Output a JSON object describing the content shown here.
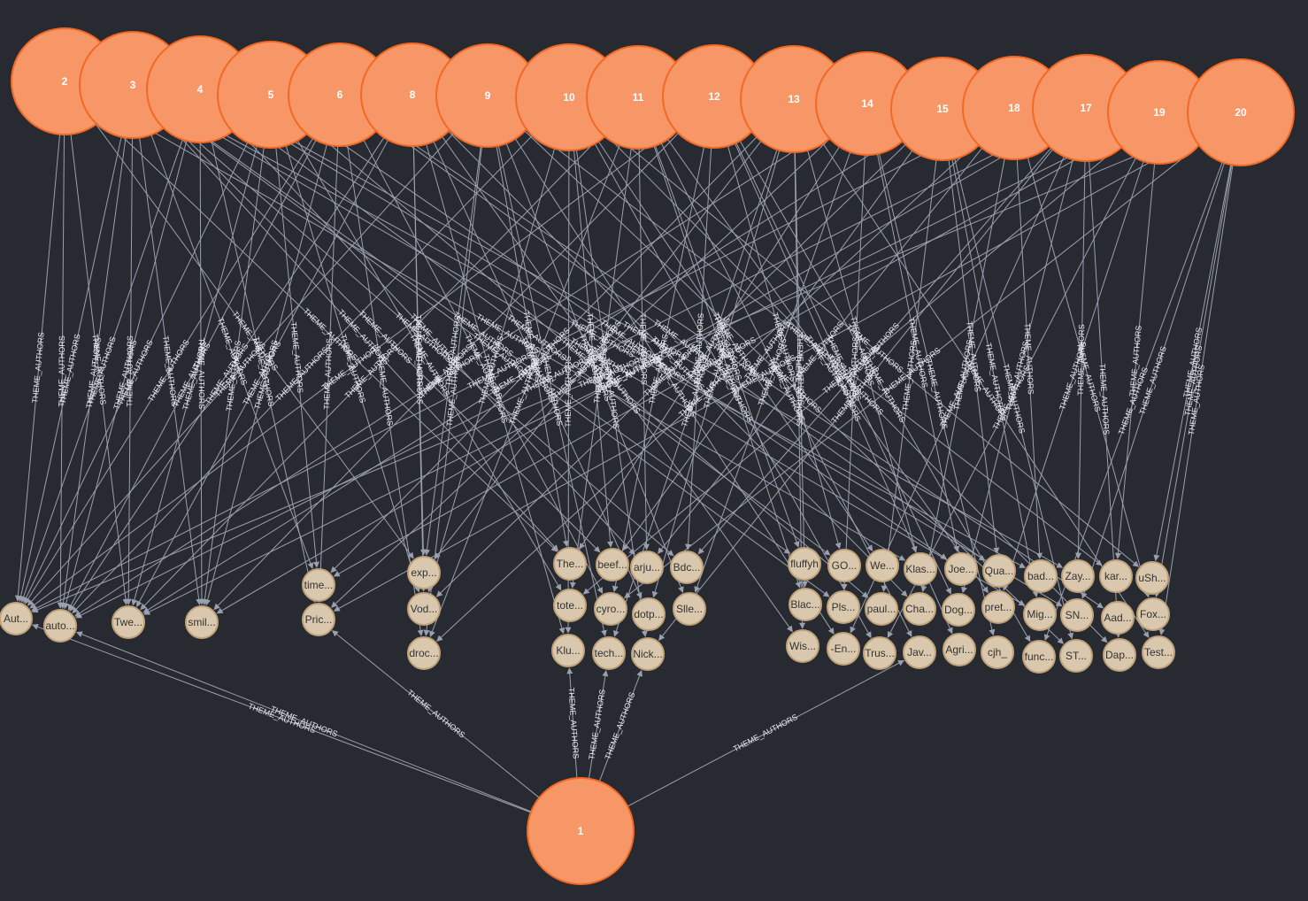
{
  "graph": {
    "colors": {
      "background": "#282a32",
      "theme_node_fill": "#f79767",
      "theme_node_stroke": "#f36924",
      "author_node_fill": "#d9c8ae",
      "author_node_stroke": "#c0a378",
      "edge": "#9aa0ad",
      "edge_label": "#e8e8ee"
    },
    "relationship_type": "THEME_AUTHORS",
    "theme_nodes": [
      {
        "id": "t2",
        "label": "2"
      },
      {
        "id": "t3",
        "label": "3"
      },
      {
        "id": "t4",
        "label": "4"
      },
      {
        "id": "t5",
        "label": "5"
      },
      {
        "id": "t6",
        "label": "6"
      },
      {
        "id": "t8",
        "label": "8"
      },
      {
        "id": "t9",
        "label": "9"
      },
      {
        "id": "t10",
        "label": "10"
      },
      {
        "id": "t11",
        "label": "11"
      },
      {
        "id": "t12",
        "label": "12"
      },
      {
        "id": "t13",
        "label": "13"
      },
      {
        "id": "t14",
        "label": "14"
      },
      {
        "id": "t15",
        "label": "15"
      },
      {
        "id": "t18",
        "label": "18"
      },
      {
        "id": "t17",
        "label": "17"
      },
      {
        "id": "t19",
        "label": "19"
      },
      {
        "id": "t20",
        "label": "20"
      },
      {
        "id": "t1",
        "label": "1"
      }
    ],
    "author_nodes": [
      {
        "id": "a1",
        "label": "Aut..."
      },
      {
        "id": "a2",
        "label": "auto..."
      },
      {
        "id": "a3",
        "label": "Twe..."
      },
      {
        "id": "a4",
        "label": "smil..."
      },
      {
        "id": "a5",
        "label": "time..."
      },
      {
        "id": "a6",
        "label": "Pric..."
      },
      {
        "id": "a7",
        "label": "exp..."
      },
      {
        "id": "a8",
        "label": "Vod..."
      },
      {
        "id": "a9",
        "label": "droc..."
      },
      {
        "id": "a10",
        "label": "The..."
      },
      {
        "id": "a11",
        "label": "beef..."
      },
      {
        "id": "a12",
        "label": "arju..."
      },
      {
        "id": "a13",
        "label": "Bdc..."
      },
      {
        "id": "a14",
        "label": "tote..."
      },
      {
        "id": "a15",
        "label": "cyro..."
      },
      {
        "id": "a16",
        "label": "dotp..."
      },
      {
        "id": "a17",
        "label": "Slle..."
      },
      {
        "id": "a18",
        "label": "Klu..."
      },
      {
        "id": "a19",
        "label": "tech..."
      },
      {
        "id": "a20",
        "label": "Nick..."
      },
      {
        "id": "a21",
        "label": "fluffyh"
      },
      {
        "id": "a22",
        "label": "GO..."
      },
      {
        "id": "a23",
        "label": "We..."
      },
      {
        "id": "a24",
        "label": "Klas..."
      },
      {
        "id": "a25",
        "label": "Joe..."
      },
      {
        "id": "a26",
        "label": "Qua..."
      },
      {
        "id": "a27",
        "label": "bad..."
      },
      {
        "id": "a28",
        "label": "Zay..."
      },
      {
        "id": "a29",
        "label": "kar..."
      },
      {
        "id": "a30",
        "label": "uSh..."
      },
      {
        "id": "a31",
        "label": "Blac..."
      },
      {
        "id": "a32",
        "label": "Pls..."
      },
      {
        "id": "a33",
        "label": "paul..."
      },
      {
        "id": "a34",
        "label": "Cha..."
      },
      {
        "id": "a35",
        "label": "Dog..."
      },
      {
        "id": "a36",
        "label": "pret..."
      },
      {
        "id": "a37",
        "label": "Mig..."
      },
      {
        "id": "a38",
        "label": "SN..."
      },
      {
        "id": "a39",
        "label": "Aad..."
      },
      {
        "id": "a40",
        "label": "Fox..."
      },
      {
        "id": "a41",
        "label": "Wis..."
      },
      {
        "id": "a42",
        "label": "-En..."
      },
      {
        "id": "a43",
        "label": "Trus..."
      },
      {
        "id": "a44",
        "label": "Jav..."
      },
      {
        "id": "a45",
        "label": "Agri..."
      },
      {
        "id": "a46",
        "label": "cjh_"
      },
      {
        "id": "a47",
        "label": "func..."
      },
      {
        "id": "a48",
        "label": "ST..."
      },
      {
        "id": "a49",
        "label": "Dap..."
      },
      {
        "id": "a50",
        "label": "Test..."
      }
    ],
    "edges": [
      [
        "t2",
        "a1"
      ],
      [
        "t2",
        "a2"
      ],
      [
        "t2",
        "a3"
      ],
      [
        "t2",
        "a7"
      ],
      [
        "t2",
        "a10"
      ],
      [
        "t2",
        "a24"
      ],
      [
        "t3",
        "a1"
      ],
      [
        "t3",
        "a2"
      ],
      [
        "t3",
        "a3"
      ],
      [
        "t3",
        "a4"
      ],
      [
        "t3",
        "a5"
      ],
      [
        "t3",
        "a10"
      ],
      [
        "t3",
        "a11"
      ],
      [
        "t3",
        "a13"
      ],
      [
        "t3",
        "a21"
      ],
      [
        "t3",
        "a27"
      ],
      [
        "t3",
        "a32"
      ],
      [
        "t3",
        "a37"
      ],
      [
        "t4",
        "a1"
      ],
      [
        "t4",
        "a2"
      ],
      [
        "t4",
        "a4"
      ],
      [
        "t4",
        "a6"
      ],
      [
        "t4",
        "a12"
      ],
      [
        "t4",
        "a22"
      ],
      [
        "t4",
        "a28"
      ],
      [
        "t4",
        "a38"
      ],
      [
        "t5",
        "a1"
      ],
      [
        "t5",
        "a3"
      ],
      [
        "t5",
        "a4"
      ],
      [
        "t5",
        "a5"
      ],
      [
        "t5",
        "a8"
      ],
      [
        "t5",
        "a14"
      ],
      [
        "t5",
        "a25"
      ],
      [
        "t5",
        "a33"
      ],
      [
        "t6",
        "a1"
      ],
      [
        "t6",
        "a2"
      ],
      [
        "t6",
        "a4"
      ],
      [
        "t6",
        "a6"
      ],
      [
        "t6",
        "a9"
      ],
      [
        "t6",
        "a15"
      ],
      [
        "t6",
        "a26"
      ],
      [
        "t6",
        "a39"
      ],
      [
        "t8",
        "a2"
      ],
      [
        "t8",
        "a3"
      ],
      [
        "t8",
        "a7"
      ],
      [
        "t8",
        "a8"
      ],
      [
        "t8",
        "a16"
      ],
      [
        "t8",
        "a18"
      ],
      [
        "t8",
        "a34"
      ],
      [
        "t8",
        "a41"
      ],
      [
        "t9",
        "a1"
      ],
      [
        "t9",
        "a7"
      ],
      [
        "t9",
        "a9"
      ],
      [
        "t9",
        "a10"
      ],
      [
        "t9",
        "a17"
      ],
      [
        "t9",
        "a19"
      ],
      [
        "t9",
        "a29"
      ],
      [
        "t9",
        "a42"
      ],
      [
        "t9",
        "a48"
      ],
      [
        "t10",
        "a2"
      ],
      [
        "t10",
        "a8"
      ],
      [
        "t10",
        "a11"
      ],
      [
        "t10",
        "a18"
      ],
      [
        "t10",
        "a20"
      ],
      [
        "t10",
        "a23"
      ],
      [
        "t10",
        "a30"
      ],
      [
        "t10",
        "a43"
      ],
      [
        "t10",
        "a49"
      ],
      [
        "t11",
        "a3"
      ],
      [
        "t11",
        "a9"
      ],
      [
        "t11",
        "a12"
      ],
      [
        "t11",
        "a14"
      ],
      [
        "t11",
        "a21"
      ],
      [
        "t11",
        "a31"
      ],
      [
        "t11",
        "a36"
      ],
      [
        "t11",
        "a44"
      ],
      [
        "t12",
        "a1"
      ],
      [
        "t12",
        "a4"
      ],
      [
        "t12",
        "a13"
      ],
      [
        "t12",
        "a15"
      ],
      [
        "t12",
        "a22"
      ],
      [
        "t12",
        "a35"
      ],
      [
        "t12",
        "a45"
      ],
      [
        "t12",
        "a47"
      ],
      [
        "t13",
        "a5"
      ],
      [
        "t13",
        "a7"
      ],
      [
        "t13",
        "a16"
      ],
      [
        "t13",
        "a19"
      ],
      [
        "t13",
        "a24"
      ],
      [
        "t13",
        "a31"
      ],
      [
        "t13",
        "a41"
      ],
      [
        "t13",
        "a50"
      ],
      [
        "t14",
        "a2"
      ],
      [
        "t14",
        "a6"
      ],
      [
        "t14",
        "a10"
      ],
      [
        "t14",
        "a17"
      ],
      [
        "t14",
        "a25"
      ],
      [
        "t14",
        "a32"
      ],
      [
        "t14",
        "a46"
      ],
      [
        "t15",
        "a3"
      ],
      [
        "t15",
        "a8"
      ],
      [
        "t15",
        "a11"
      ],
      [
        "t15",
        "a26"
      ],
      [
        "t15",
        "a33"
      ],
      [
        "t15",
        "a37"
      ],
      [
        "t15",
        "a48"
      ],
      [
        "t18",
        "a1"
      ],
      [
        "t18",
        "a9"
      ],
      [
        "t18",
        "a12"
      ],
      [
        "t18",
        "a27"
      ],
      [
        "t18",
        "a34"
      ],
      [
        "t18",
        "a40"
      ],
      [
        "t17",
        "a2"
      ],
      [
        "t17",
        "a4"
      ],
      [
        "t17",
        "a13"
      ],
      [
        "t17",
        "a20"
      ],
      [
        "t17",
        "a28"
      ],
      [
        "t17",
        "a35"
      ],
      [
        "t17",
        "a42"
      ],
      [
        "t17",
        "a49"
      ],
      [
        "t19",
        "a3"
      ],
      [
        "t19",
        "a5"
      ],
      [
        "t19",
        "a14"
      ],
      [
        "t19",
        "a29"
      ],
      [
        "t19",
        "a36"
      ],
      [
        "t19",
        "a43"
      ],
      [
        "t20",
        "a1"
      ],
      [
        "t20",
        "a6"
      ],
      [
        "t20",
        "a15"
      ],
      [
        "t20",
        "a30"
      ],
      [
        "t20",
        "a38"
      ],
      [
        "t20",
        "a40"
      ],
      [
        "t20",
        "a47"
      ],
      [
        "t20",
        "a50"
      ],
      [
        "t1",
        "a1"
      ],
      [
        "t1",
        "a2"
      ],
      [
        "t1",
        "a6"
      ],
      [
        "t1",
        "a18"
      ],
      [
        "t1",
        "a19"
      ],
      [
        "t1",
        "a20"
      ],
      [
        "t1",
        "a44"
      ]
    ]
  }
}
